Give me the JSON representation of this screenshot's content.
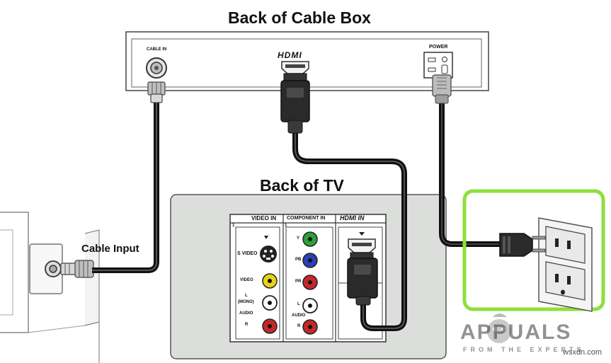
{
  "labels": {
    "cable_box_title": "Back of Cable Box",
    "tv_title": "Back of TV",
    "cable_input": "Cable Input",
    "cable_in_port": "CABLE IN",
    "hdmi_logo": "HDMI",
    "power_port": "POWER",
    "video_in": "VIDEO IN",
    "component_in": "COMPONENT IN",
    "hdmi_in": "HDMI IN",
    "section_num_1": "1",
    "section_num_2": "1",
    "s_video": "S VIDEO",
    "video": "VIDEO",
    "l_mono": "L",
    "mono": "(MONO)",
    "audio": "AUDIO",
    "r": "R",
    "y": "Y",
    "pb": "PB",
    "pr": "PR",
    "comp_l": "L",
    "comp_audio": "AUDIO",
    "comp_r": "R"
  },
  "watermark": {
    "brand": "APPUALS",
    "tagline": "FROM THE EXPERTS",
    "site": "wsxdn.com"
  },
  "colors": {
    "tv_panel": "#dcdedc",
    "outlet_highlight": "#8ee03a",
    "cable": "#1a1a1a",
    "component_green": "#2e9e3a",
    "component_blue": "#2a3fb8",
    "component_red": "#c62828",
    "video_yellow": "#e8d21a"
  }
}
